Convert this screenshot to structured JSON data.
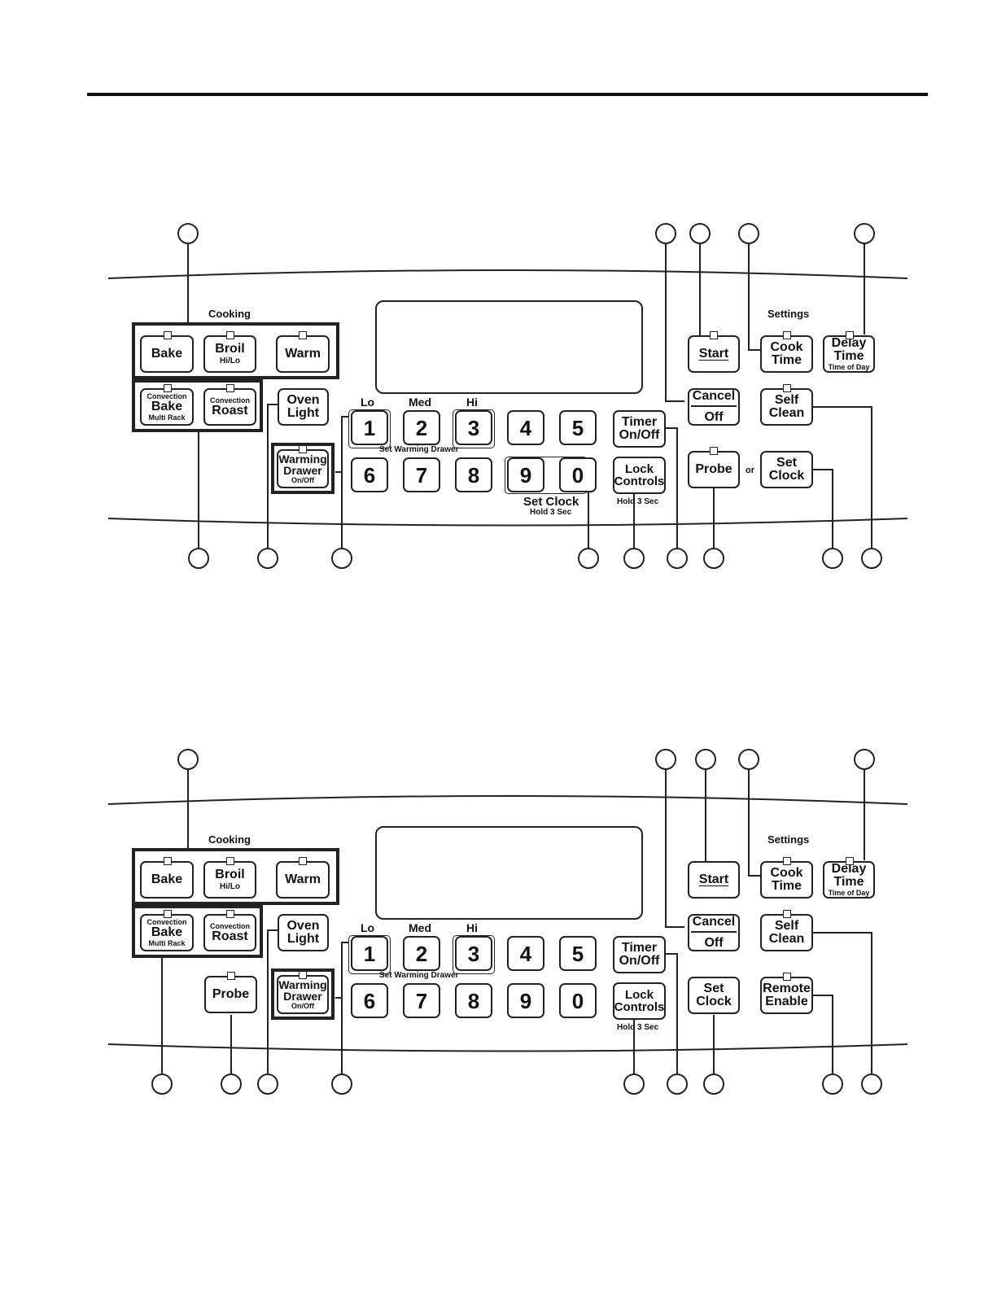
{
  "panel_a": {
    "cooking_label": "Cooking",
    "settings_label": "Settings",
    "bake": "Bake",
    "broil": "Broil",
    "broil_sub": "Hi/Lo",
    "warm": "Warm",
    "conv_bake_top": "Convection",
    "conv_bake_main": "Bake",
    "conv_bake_sub": "Multi Rack",
    "conv_roast_top": "Convection",
    "conv_roast_main": "Roast",
    "oven_light_1": "Oven",
    "oven_light_2": "Light",
    "warming_1": "Warming",
    "warming_2": "Drawer",
    "warming_sub": "On/Off",
    "lo": "Lo",
    "med": "Med",
    "hi": "Hi",
    "digits_top": [
      "1",
      "2",
      "3",
      "4",
      "5"
    ],
    "digits_bottom": [
      "6",
      "7",
      "8",
      "9",
      "0"
    ],
    "set_warming_drawer": "Set Warming Drawer",
    "set_clock_main": "Set Clock",
    "set_clock_sub": "Hold 3 Sec",
    "timer_1": "Timer",
    "timer_2": "On/Off",
    "lock_1": "Lock",
    "lock_2": "Controls",
    "lock_sub": "Hold 3 Sec",
    "start": "Start",
    "cancel_1": "Cancel",
    "cancel_2": "Off",
    "probe": "Probe",
    "or": "or",
    "cook_time_1": "Cook",
    "cook_time_2": "Time",
    "delay_1": "Delay",
    "delay_2": "Time",
    "delay_sub": "Time of Day",
    "self_clean_1": "Self",
    "self_clean_2": "Clean",
    "set_clock_btn_1": "Set",
    "set_clock_btn_2": "Clock"
  },
  "panel_b": {
    "cooking_label": "Cooking",
    "settings_label": "Settings",
    "bake": "Bake",
    "broil": "Broil",
    "broil_sub": "Hi/Lo",
    "warm": "Warm",
    "conv_bake_top": "Convection",
    "conv_bake_main": "Bake",
    "conv_bake_sub": "Multi Rack",
    "conv_roast_top": "Convection",
    "conv_roast_main": "Roast",
    "probe": "Probe",
    "oven_light_1": "Oven",
    "oven_light_2": "Light",
    "warming_1": "Warming",
    "warming_2": "Drawer",
    "warming_sub": "On/Off",
    "lo": "Lo",
    "med": "Med",
    "hi": "Hi",
    "digits_top": [
      "1",
      "2",
      "3",
      "4",
      "5"
    ],
    "digits_bottom": [
      "6",
      "7",
      "8",
      "9",
      "0"
    ],
    "set_warming_drawer": "Set Warming Drawer",
    "timer_1": "Timer",
    "timer_2": "On/Off",
    "lock_1": "Lock",
    "lock_2": "Controls",
    "lock_sub": "Hold 3 Sec",
    "start": "Start",
    "cancel_1": "Cancel",
    "cancel_2": "Off",
    "set_clock_1": "Set",
    "set_clock_2": "Clock",
    "cook_time_1": "Cook",
    "cook_time_2": "Time",
    "delay_1": "Delay",
    "delay_2": "Time",
    "delay_sub": "Time of Day",
    "self_clean_1": "Self",
    "self_clean_2": "Clean",
    "remote_1": "Remote",
    "remote_2": "Enable"
  }
}
